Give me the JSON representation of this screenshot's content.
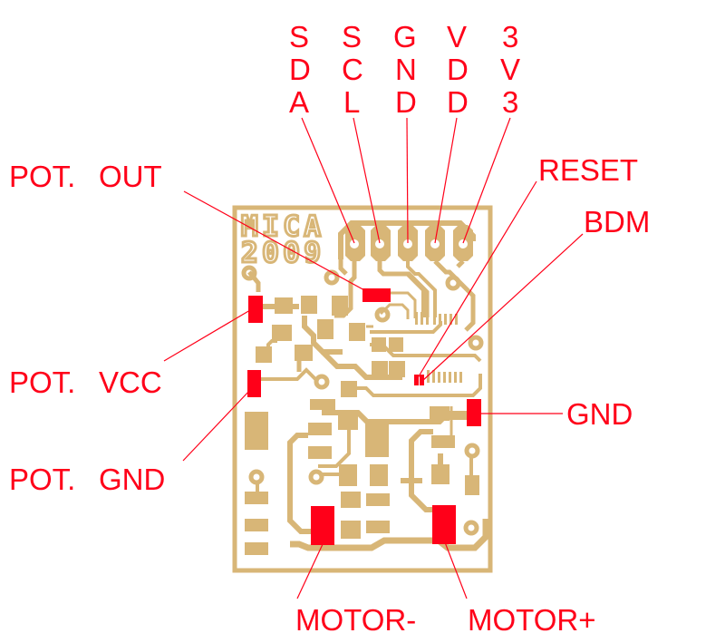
{
  "colors": {
    "copper": "#D8B677",
    "highlight": "#FF0019",
    "leader": "#FF0019",
    "background": "#FFFFFF"
  },
  "board": {
    "silkscreen_line1": "MICA",
    "silkscreen_line2": "2009"
  },
  "top_labels": [
    {
      "id": "sda",
      "chars": [
        "S",
        "D",
        "A"
      ],
      "name": "SDA"
    },
    {
      "id": "scl",
      "chars": [
        "S",
        "C",
        "L"
      ],
      "name": "SCL"
    },
    {
      "id": "gnd-header",
      "chars": [
        "G",
        "N",
        "D"
      ],
      "name": "GND"
    },
    {
      "id": "vdd",
      "chars": [
        "V",
        "D",
        "D"
      ],
      "name": "VDD"
    },
    {
      "id": "3v3",
      "chars": [
        "3",
        "V",
        "3"
      ],
      "name": "3V3"
    }
  ],
  "side_labels": {
    "pot_out": "POT. OUT",
    "pot_vcc": "POT. VCC",
    "pot_gnd": "POT. GND",
    "reset": "RESET",
    "bdm": "BDM",
    "gnd": "GND",
    "motor_minus": "MOTOR-",
    "motor_plus": "MOTOR+"
  }
}
